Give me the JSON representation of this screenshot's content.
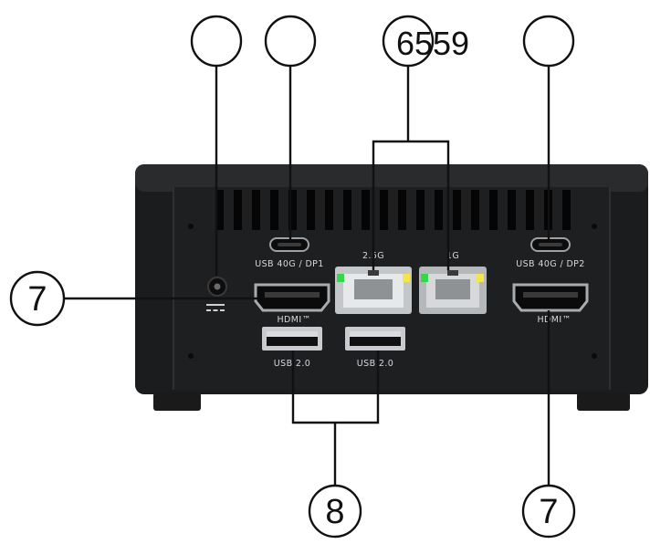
{
  "diagram": {
    "callouts": [
      {
        "id": "power",
        "number": ""
      },
      {
        "id": "usbc1",
        "number": ""
      },
      {
        "id": "lan",
        "number": "6559"
      },
      {
        "id": "usbc2",
        "number": ""
      },
      {
        "id": "hdmi1",
        "number": "7"
      },
      {
        "id": "usba",
        "number": "8"
      },
      {
        "id": "hdmi2",
        "number": "7"
      }
    ],
    "port_labels": {
      "usbc1": "USB 40G / DP1",
      "usbc2": "USB 40G / DP2",
      "hdmi1": "HDMI™",
      "hdmi2": "HDMI™",
      "usba1": "USB 2.0",
      "usba2": "USB 2.0",
      "lan1": "2.5G",
      "lan2": "1G"
    },
    "colors": {
      "chassis": "#1b1c1e",
      "chassis_top": "#2a2b2d",
      "vent": "#050505",
      "port_silver": "#b9bcbf",
      "led_green": "#35d64a",
      "led_yellow": "#f4e64a",
      "line": "#111111"
    }
  }
}
